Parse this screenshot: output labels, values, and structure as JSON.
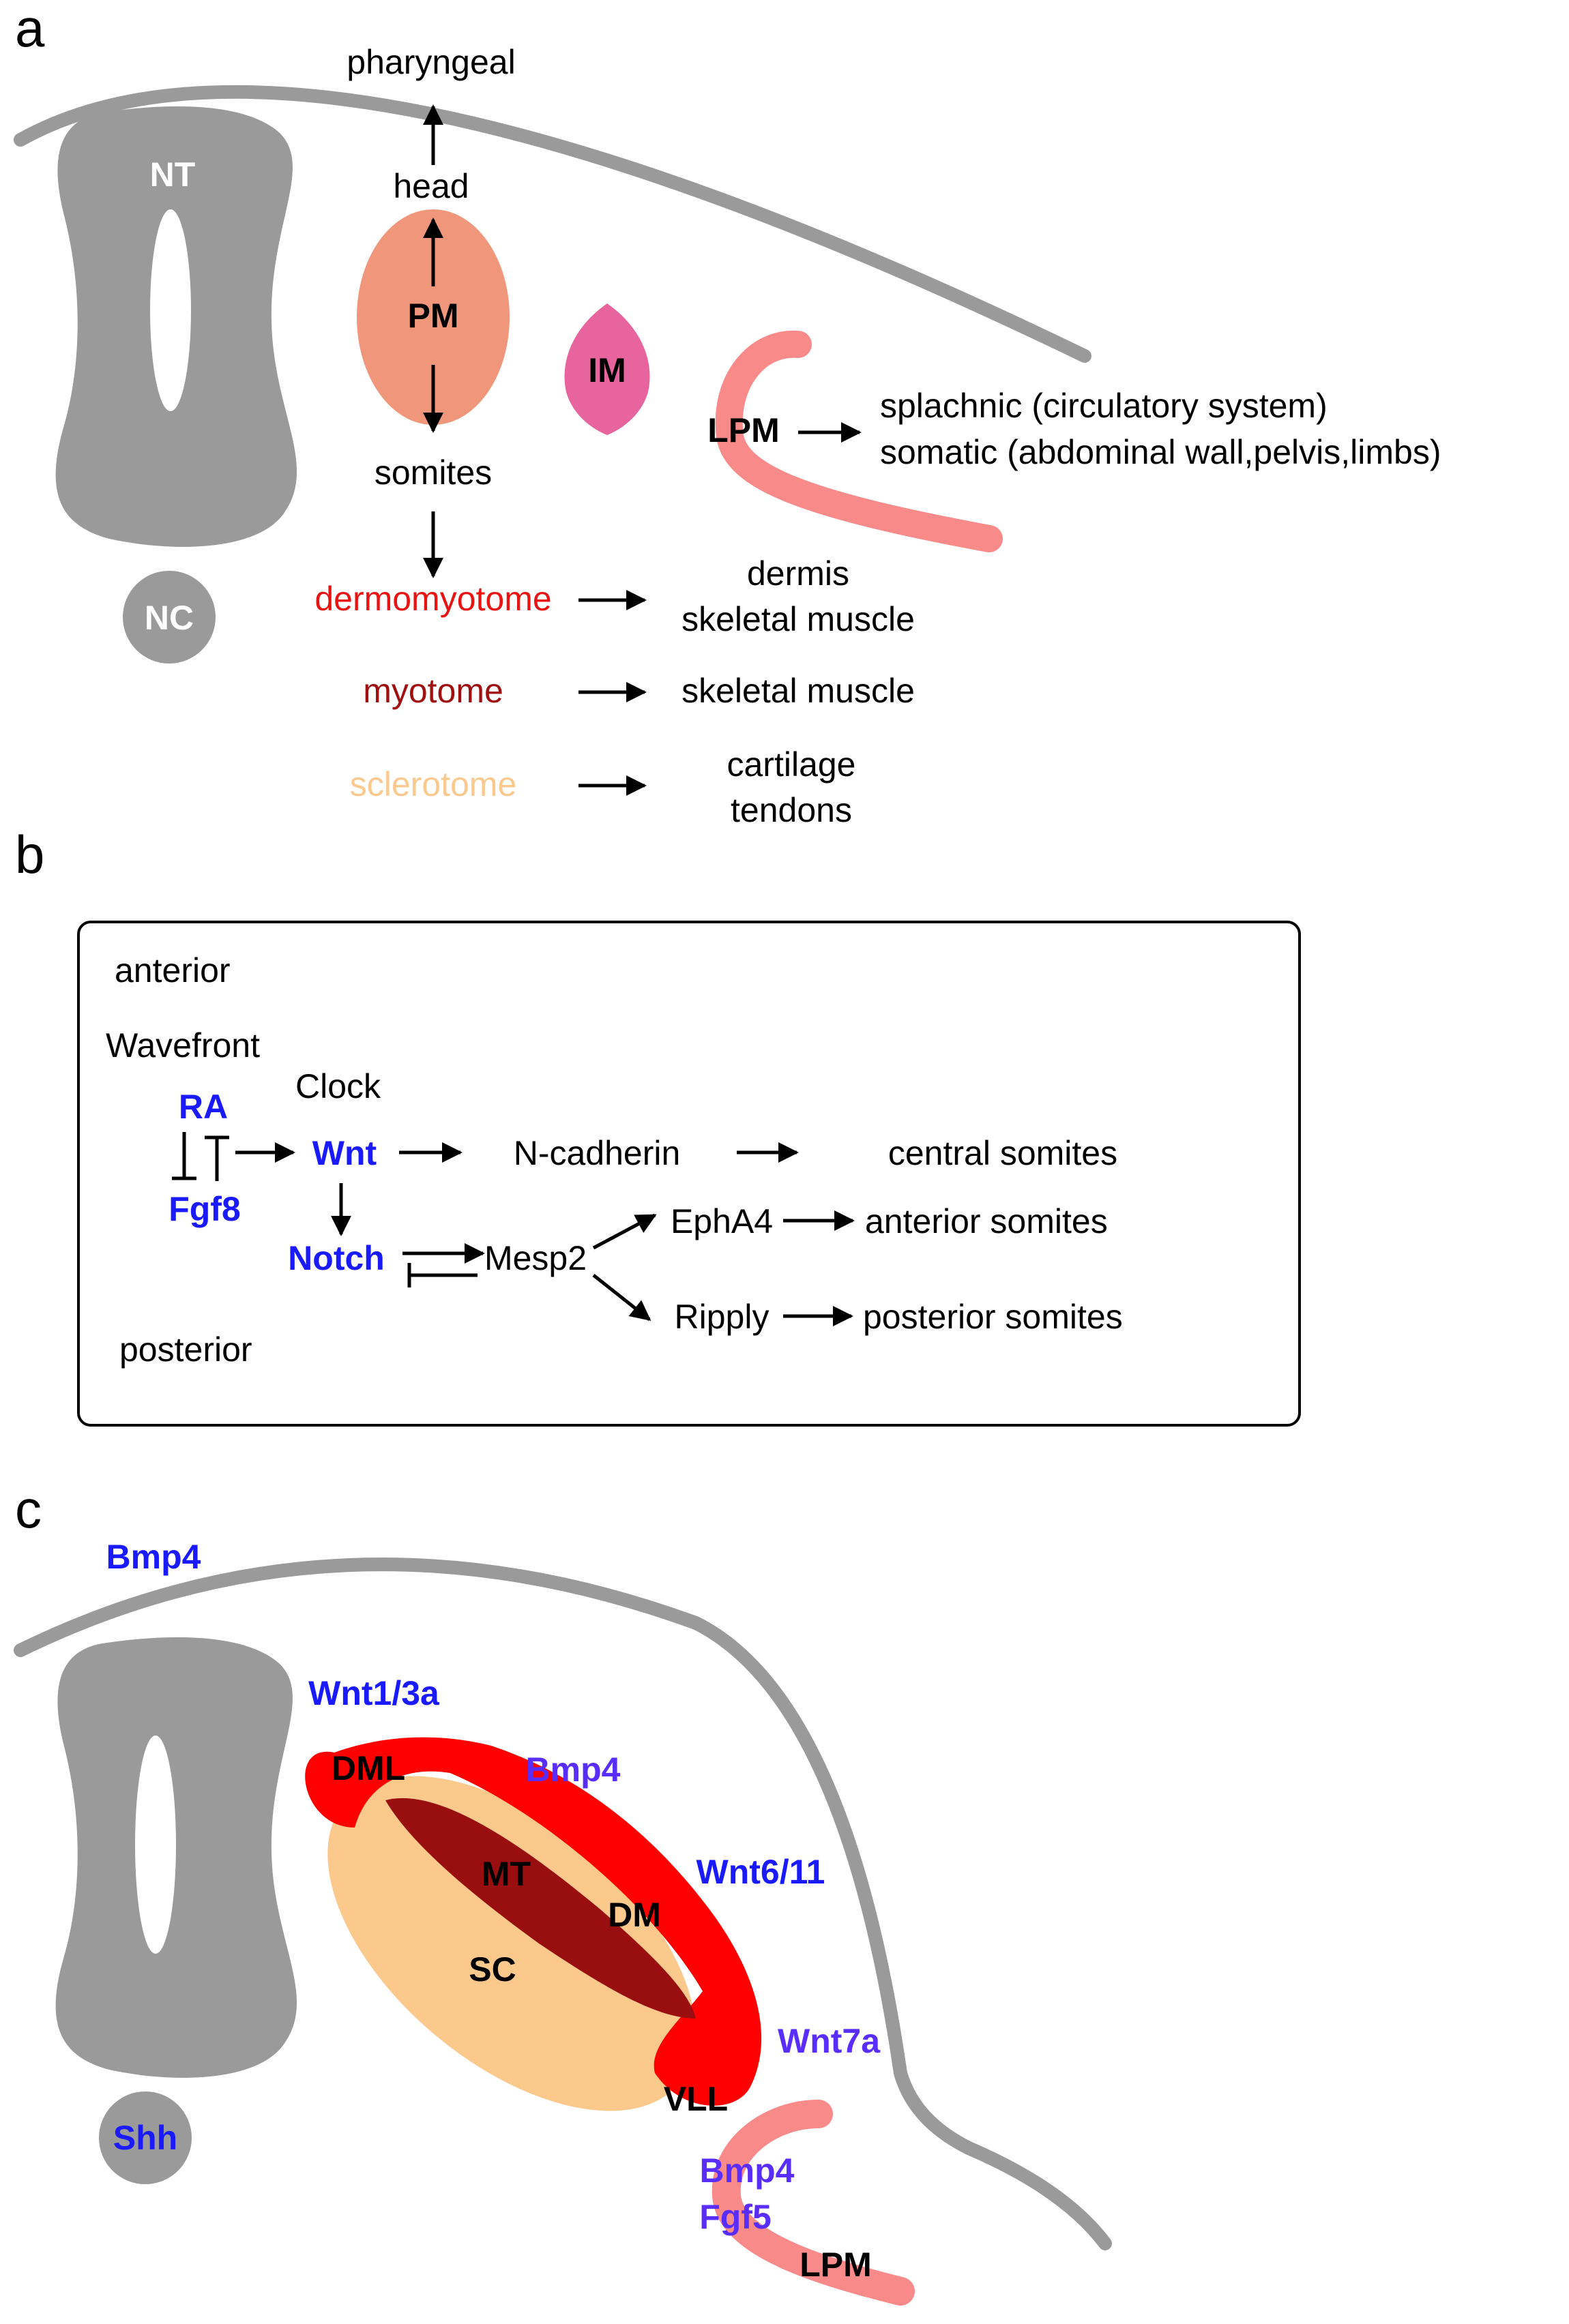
{
  "colors": {
    "gray": "#9a9a9a",
    "pm": "#f0967a",
    "im": "#e8649c",
    "lpm": "#f88a8a",
    "dm_red": "#ff0000",
    "mt_dark": "#990e0e",
    "sc_tan": "#fcc98d",
    "dermomyotome_text": "#e81414",
    "myotome_text": "#a01010",
    "sclerotome_text": "#fbc88e",
    "blue_text": "#1a1aff",
    "violet_text": "#5a2dff"
  },
  "panel_a": {
    "letter": "a",
    "nt": "NT",
    "nc": "NC",
    "pm": "PM",
    "im": "IM",
    "lpm": "LPM",
    "pharyngeal": "pharyngeal",
    "head": "head",
    "somites": "somites",
    "dermomyotome": "dermomyotome",
    "myotome": "myotome",
    "sclerotome": "sclerotome",
    "dermis": "dermis",
    "skeletal_muscle_1": "skeletal muscle",
    "skeletal_muscle_2": "skeletal muscle",
    "cartilage": "cartilage",
    "tendons": "tendons",
    "splachnic": "splachnic (circulatory system)",
    "somatic": "somatic (abdominal wall,pelvis,limbs)"
  },
  "panel_b": {
    "letter": "b",
    "anterior": "anterior",
    "posterior": "posterior",
    "wavefront": "Wavefront",
    "clock": "Clock",
    "ra": "RA",
    "fgf8": "Fgf8",
    "wnt": "Wnt",
    "notch": "Notch",
    "n_cadherin": "N-cadherin",
    "central_somites": "central somites",
    "mesp2": "Mesp2",
    "epha4": "EphA4",
    "anterior_somites": "anterior somites",
    "ripply": "Ripply",
    "posterior_somites": "posterior somites"
  },
  "panel_c": {
    "letter": "c",
    "bmp4_top": "Bmp4",
    "wnt1_3a": "Wnt1/3a",
    "dml": "DML",
    "bmp4_mid": "Bmp4",
    "mt": "MT",
    "dm": "DM",
    "wnt6_11": "Wnt6/11",
    "sc": "SC",
    "wnt7a": "Wnt7a",
    "vll": "VLL",
    "shh": "Shh",
    "bmp4_low": "Bmp4",
    "fgf5": "Fgf5",
    "lpm": "LPM"
  }
}
